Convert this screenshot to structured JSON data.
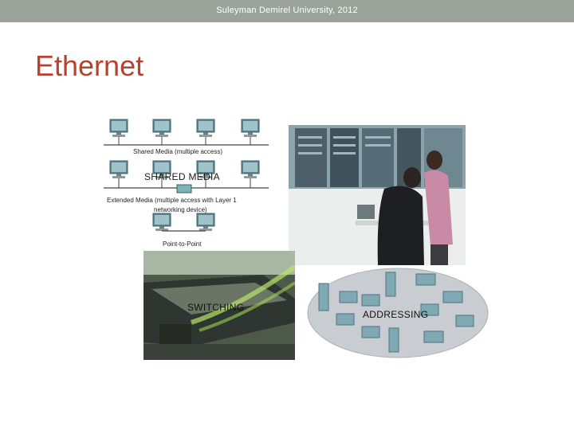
{
  "header": {
    "text": "Suleyman Demirel University, 2012"
  },
  "slide": {
    "title": "Ethernet"
  },
  "network_diagram": {
    "shared_caption": "Shared Media (multiple access)",
    "shared_media_label": "SHARED MEDIA",
    "extended_caption_line1": "Extended Media (multiple access with Layer 1",
    "extended_caption_line2": "networking device)",
    "p2p_caption": "Point-to-Point"
  },
  "switching": {
    "label": "SWITCHING"
  },
  "addressing": {
    "label": "ADDRESSING"
  },
  "colors": {
    "title": "#b5432e",
    "topbar": "#9aa39a",
    "cloud": "#c9cdd1"
  }
}
